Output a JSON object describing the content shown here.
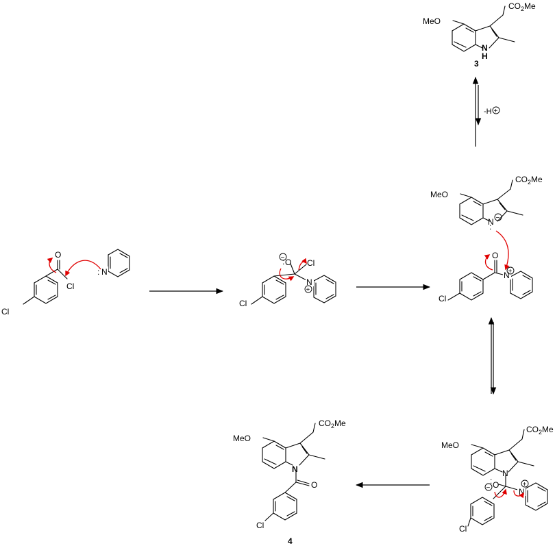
{
  "colors": {
    "bond": "#000000",
    "electron_arrow": "#e00000"
  },
  "labels": {
    "cl": "Cl",
    "o": "O",
    "n": "N",
    "meo": "MeO",
    "co2me_prefix": "CO",
    "co2me_sub": "2",
    "co2me_suffix": "Me",
    "nh": "H",
    "compound_3": "3",
    "compound_4": "4",
    "deprotonation": "-H",
    "plus_sign": "+",
    "minus_sign": "−",
    "lone_pair": ":"
  }
}
